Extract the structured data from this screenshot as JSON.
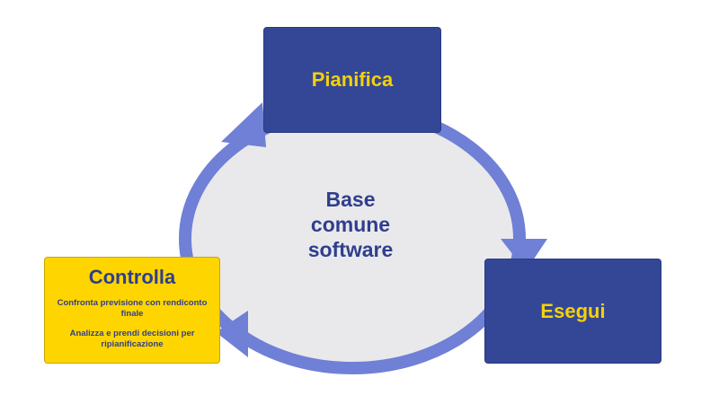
{
  "diagram": {
    "center_lines": [
      "Base",
      "comune",
      "software"
    ],
    "steps": {
      "pianifica": {
        "title": "Pianifica"
      },
      "esegui": {
        "title": "Esegui"
      },
      "controlla": {
        "title": "Controlla",
        "lines": [
          "Confronta previsione con rendiconto finale",
          "Analizza e prendi decisioni per ripianificazione"
        ]
      }
    },
    "colors": {
      "box_blue": "#344796",
      "box_yellow": "#ffd500",
      "title_yellow": "#f5d10a",
      "text_blue": "#2f3e8e",
      "arrow": "#6f80d6",
      "ellipse_fill": "#e9e9eb"
    }
  }
}
